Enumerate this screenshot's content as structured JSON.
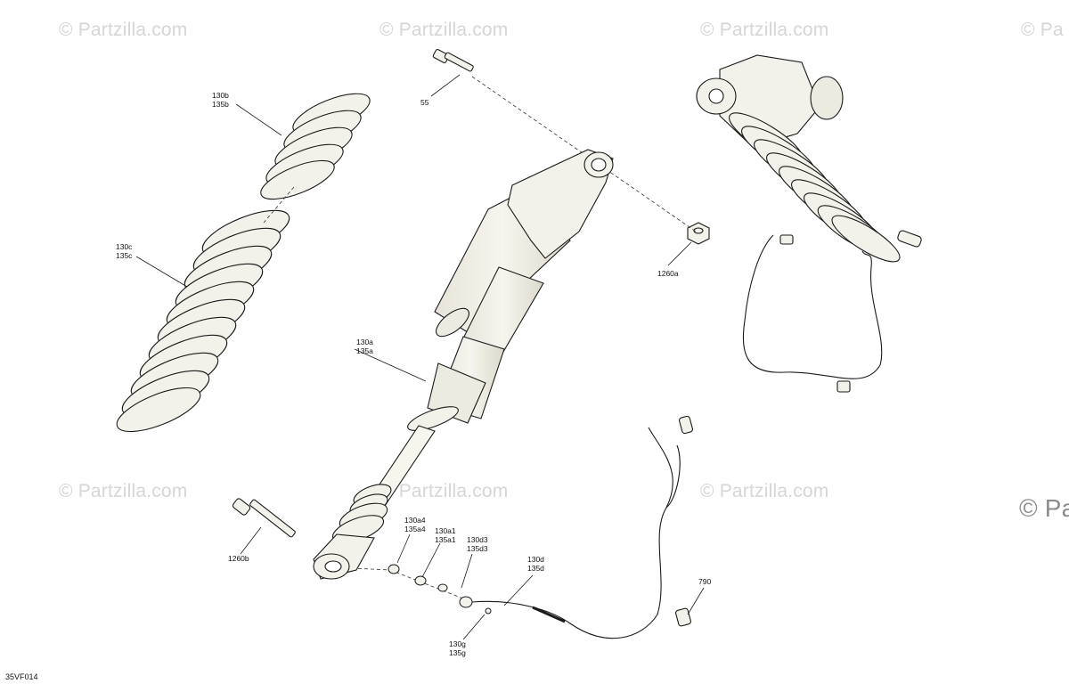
{
  "watermarks": [
    "© Partzilla.com",
    "© Partzilla.com",
    "© Partzilla.com",
    "© Pa",
    "© Partzilla.com",
    "© Partzilla.com",
    "© Partzilla.com",
    "© Pa"
  ],
  "callouts": {
    "c130b": [
      "130b",
      "135b"
    ],
    "c130c": [
      "130c",
      "135c"
    ],
    "c55": [
      "55"
    ],
    "c1260a": [
      "1260a"
    ],
    "c130a": [
      "130a",
      "135a"
    ],
    "c1260b": [
      "1260b"
    ],
    "c130a4": [
      "130a4",
      "135a4"
    ],
    "c130a1": [
      "130a1",
      "135a1"
    ],
    "c130d3": [
      "130d3",
      "135d3"
    ],
    "c130d": [
      "130d",
      "135d"
    ],
    "c790": [
      "790"
    ],
    "c130g": [
      "130g",
      "135g"
    ]
  },
  "diagram_code": "35VF014",
  "colors": {
    "part_fill": "#f3f2ea",
    "line": "#1a1a1a",
    "watermark": "#d6d6d6"
  }
}
